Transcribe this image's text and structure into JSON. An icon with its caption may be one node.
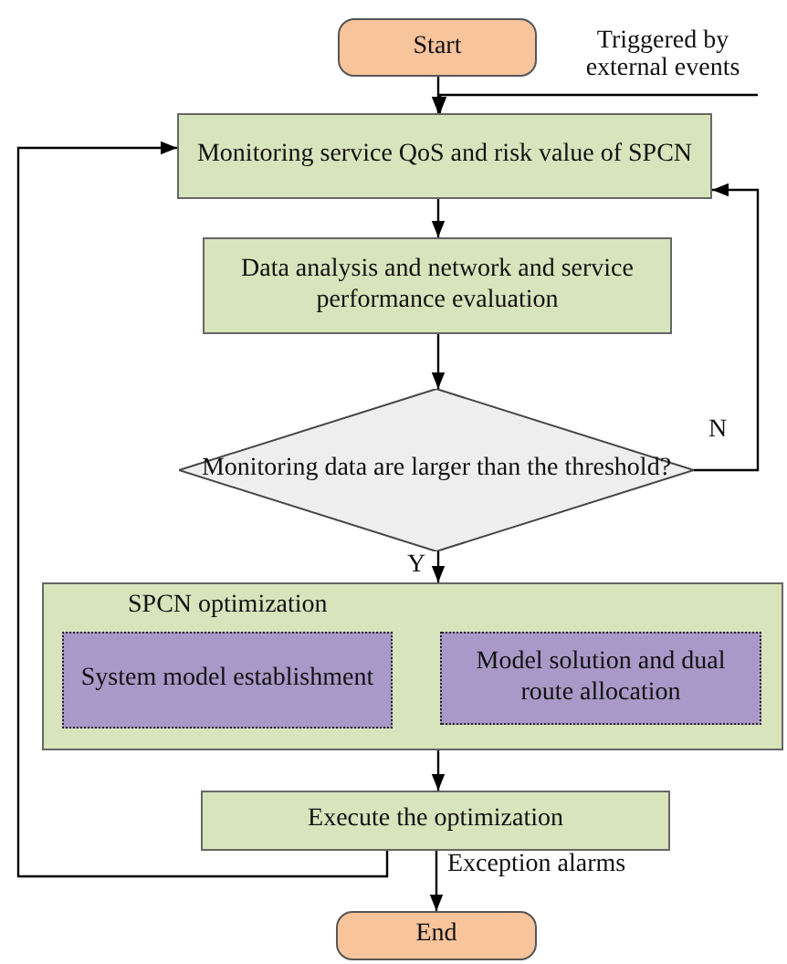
{
  "diagram": {
    "nodes": [
      {
        "text": [
          "Start"
        ]
      },
      {
        "text": [
          "Monitoring service QoS and risk value of SPCN"
        ]
      },
      {
        "text": [
          "Data analysis and network and service performance evaluation"
        ]
      },
      {
        "text": [
          "Monitoring data are larger than the threshold?"
        ]
      },
      {
        "text": [
          "SPCN optimization"
        ]
      },
      {
        "text": [
          "System model establishment"
        ],
        "in": 4
      },
      {
        "text": [
          "Model solution and dual route allocation"
        ],
        "in": 4
      },
      {
        "text": [
          "Execute the optimization"
        ]
      },
      {
        "text": [
          "End"
        ]
      }
    ],
    "edges": [
      {
        "from": 0,
        "to": 1,
        "arrow": "to"
      },
      {
        "from": null,
        "to": 1,
        "arrow": "to",
        "label": "Triggered by external events"
      },
      {
        "from": 1,
        "to": 2,
        "arrow": "to"
      },
      {
        "from": 2,
        "to": 3,
        "arrow": "to"
      },
      {
        "from": 3,
        "to": 1,
        "arrow": "to",
        "label": "N"
      },
      {
        "from": 3,
        "to": 4,
        "arrow": "to",
        "label": "Y"
      },
      {
        "from": 4,
        "to": 7,
        "arrow": "to"
      },
      {
        "from": 7,
        "to": 1,
        "arrow": "to"
      },
      {
        "from": 7,
        "to": 8,
        "arrow": "to",
        "label": "Exception alarms"
      }
    ]
  }
}
